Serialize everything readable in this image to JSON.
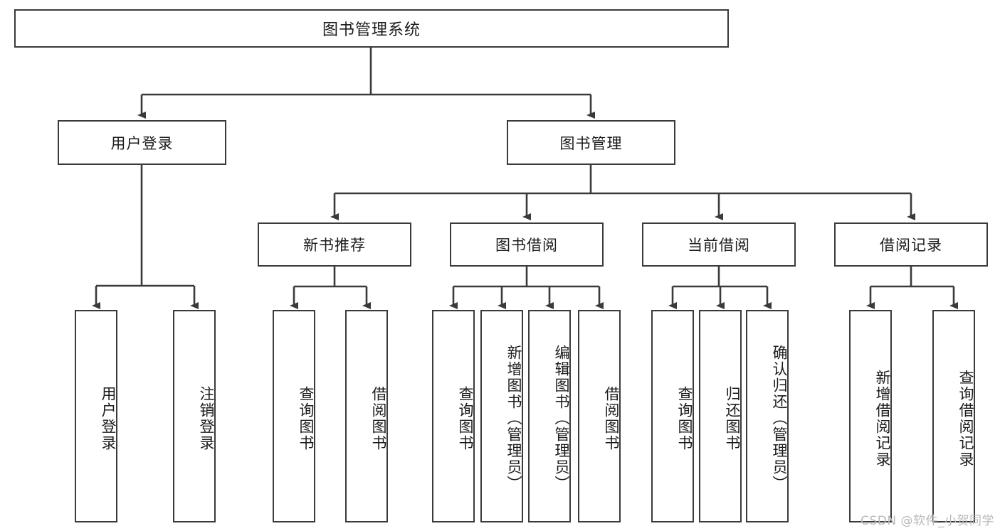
{
  "diagram": {
    "title": "图书管理系统",
    "type": "tree-hierarchy-chart",
    "colors": {
      "box_border": "#3a3a3a",
      "box_fill": "#ffffff",
      "connector": "#3a3a3a",
      "text": "#1c1c1c",
      "watermark": "#b9b9b9"
    },
    "root": {
      "label": "图书管理系统"
    },
    "level2": [
      {
        "id": "user-login",
        "label": "用户登录"
      },
      {
        "id": "book-manage",
        "label": "图书管理"
      }
    ],
    "level3": [
      {
        "id": "new-book-recommend",
        "label": "新书推荐"
      },
      {
        "id": "book-borrow",
        "label": "图书借阅"
      },
      {
        "id": "current-borrow",
        "label": "当前借阅"
      },
      {
        "id": "borrow-record",
        "label": "借阅记录"
      }
    ],
    "leaves": {
      "user_login": [
        {
          "id": "leaf-user-login",
          "label": "用户登录"
        },
        {
          "id": "leaf-logout",
          "label": "注销登录"
        }
      ],
      "new_book_recommend": [
        {
          "id": "leaf-query-book-1",
          "label": "查询图书"
        },
        {
          "id": "leaf-borrow-book-1",
          "label": "借阅图书"
        }
      ],
      "book_borrow": [
        {
          "id": "leaf-query-book-2",
          "label": "查询图书"
        },
        {
          "id": "leaf-add-book",
          "label": "新增图书（管理员）"
        },
        {
          "id": "leaf-edit-book",
          "label": "编辑图书（管理员）"
        },
        {
          "id": "leaf-borrow-book-2",
          "label": "借阅图书"
        }
      ],
      "current_borrow": [
        {
          "id": "leaf-query-book-3",
          "label": "查询图书"
        },
        {
          "id": "leaf-return-book",
          "label": "归还图书"
        },
        {
          "id": "leaf-confirm-return",
          "label": "确认归还（管理员）"
        }
      ],
      "borrow_record": [
        {
          "id": "leaf-add-record",
          "label": "新增借阅记录"
        },
        {
          "id": "leaf-query-record",
          "label": "查询借阅记录"
        }
      ]
    },
    "watermark": "CSDN @软件_小贺同学"
  }
}
